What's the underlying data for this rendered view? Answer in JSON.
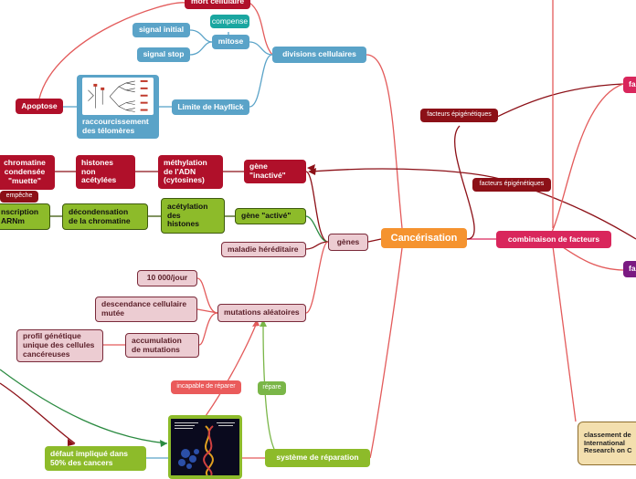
{
  "nodes": {
    "mort_cellulaire": "mort cellulaire",
    "compense": "compense",
    "signal_initial": "signal initial",
    "mitose": "mitose",
    "signal_stop": "signal stop",
    "divisions_cellulaires": "divisions cellulaires",
    "apoptose": "Apoptose",
    "raccourcissement": "raccourcissement\ndes télomères",
    "limite_hayflick": "Limite de Hayflick",
    "facteurs_epi_1": "facteurs épigénétiques",
    "facteurs_epi_2": "facteurs épigénétiques",
    "fa_top": "fa",
    "fa_mid": "fa",
    "chromatine_condensee": "chromatine\ncondensée\n\"muette\"",
    "histones_non_acetylees": "histones\nnon\nacétylées",
    "methylation": "méthylation\nde l'ADN\n(cytosines)",
    "gene_inactive": "gène\n\"inactivé\"",
    "empeche": "empêche",
    "transcription_arnm": "nscription\nARNm",
    "decondensation": "décondensation\nde la chromatine",
    "acetylation": "acétylation\ndes\nhistones",
    "gene_active": "gène \"activé\"",
    "maladie_hereditaire": "maladie héréditaire",
    "genes": "gènes",
    "cancerisation": "Cancérisation",
    "combinaison": "combinaison de facteurs",
    "dix_mille": "10 000/jour",
    "descendance": "descendance cellulaire\nmutée",
    "mutations_aleatoires": "mutations aléatoires",
    "profil_genetique": "profil génétique\nunique des cellules\ncancéreuses",
    "accumulation": "accumulation\nde mutations",
    "incapable": "incapable de réparer",
    "repare": "répare",
    "defaut": "défaut impliqué dans\n50% des cancers",
    "systeme_reparation": "système de réparation",
    "classement": "classement de\nInternational\nResearch on C"
  },
  "colors": {
    "blue_node": "#5aa3c8",
    "crimson_node": "#b0102a",
    "green_node": "#8dbb2a",
    "orange_center": "#f5932f",
    "magenta_node": "#d9265c",
    "purple_node": "#7a1a82",
    "branch_red": "#e35b5b",
    "branch_darkred": "#8c1017",
    "branch_green": "#7ab648"
  }
}
